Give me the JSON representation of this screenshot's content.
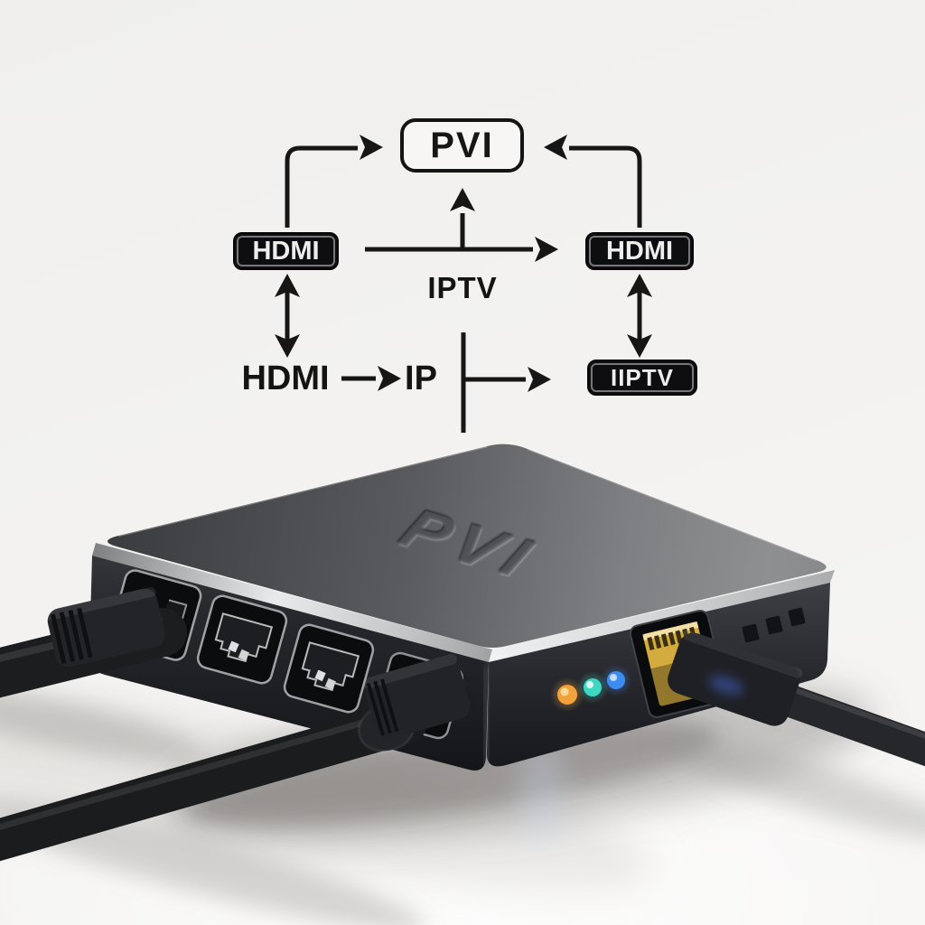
{
  "diagram": {
    "pvi_box": {
      "label": "PVI"
    },
    "hdmi_chip_left": {
      "label": "HDMI"
    },
    "hdmi_chip_right": {
      "label": "HDMI"
    },
    "iptv_label": "IPTV",
    "flow": {
      "source": "HDMI",
      "target": "IP"
    },
    "iiptv_chip": {
      "label": "IIPTV"
    },
    "line_color": "#161616"
  },
  "device": {
    "top_logo": "PVI",
    "front_port_count": "4",
    "vent_count": "3",
    "leds": [
      {
        "name": "led-amber",
        "color": "#f2a23b"
      },
      {
        "name": "led-teal",
        "color": "#3fd6c3"
      },
      {
        "name": "led-blue",
        "color": "#3e8cf2"
      }
    ],
    "ethernet_port_color": "#d3ab3f",
    "body_color": "#2a2b2e",
    "background_color": "#f3f2f0"
  }
}
